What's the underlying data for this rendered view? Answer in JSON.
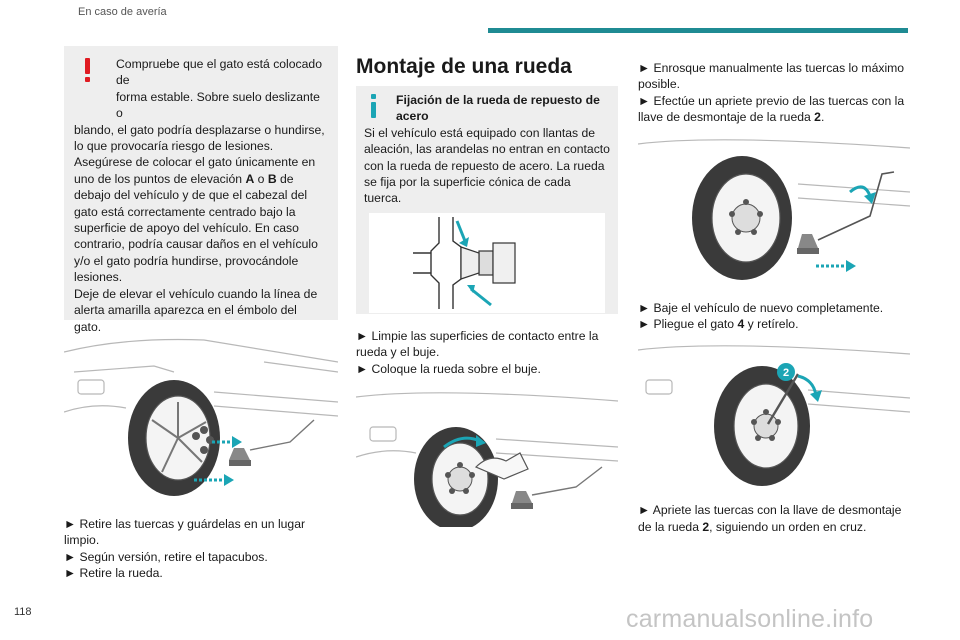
{
  "header": {
    "section_title": "En caso de avería",
    "accent_color": "#1f8b93"
  },
  "page_number": "118",
  "watermark": "carmanualsonline.info",
  "left": {
    "warning_icon": "exclamation-icon",
    "warning_color": "#e01b22",
    "warning_p1_l1": "Compruebe que el gato está colocado de",
    "warning_p1_l2": "forma estable. Sobre suelo deslizante o",
    "warning_p1_rest": "blando, el gato podría desplazarse o hundirse, lo que provocaría riesgo de lesiones.",
    "warning_p2_a": "Asegúrese de colocar el gato únicamente en uno de los puntos de elevación ",
    "warning_p2_A": "A",
    "warning_p2_o": " o ",
    "warning_p2_B": "B",
    "warning_p2_b": " de debajo del vehículo y de que el cabezal del gato está correctamente centrado bajo la superficie de apoyo del vehículo. En caso contrario, podría causar daños en el vehículo y/o el gato podría hundirse, provocándole lesiones.",
    "warning_p3": "Deje de elevar el vehículo cuando la línea de alerta amarilla aparezca en el émbolo del gato.",
    "step1": "► Retire las tuercas y guárdelas en un lugar limpio.",
    "step2": "► Según versión, retire el tapacubos.",
    "step3": "► Retire la rueda."
  },
  "middle": {
    "title": "Montaje de una rueda",
    "info_icon": "info-icon",
    "info_color": "#1ba5b5",
    "info_title": "Fijación de la rueda de repuesto de acero",
    "info_text": "Si el vehículo está equipado con llantas de aleación, las arandelas no entran en contacto con la rueda de repuesto de acero. La rueda se fija por la superficie cónica de cada tuerca.",
    "step1": "► Limpie las superficies de contacto entre la rueda y el buje.",
    "step2": "► Coloque la rueda sobre el buje."
  },
  "right": {
    "step1": "► Enrosque manualmente las tuercas lo máximo posible.",
    "step2_a": "► Efectúe un apriete previo de las tuercas con la llave de desmontaje de la rueda ",
    "step2_num": "2",
    "step2_b": ".",
    "step3": "► Baje el vehículo de nuevo completamente.",
    "step4_a": "► Pliegue el gato ",
    "step4_num": "4",
    "step4_b": " y retírelo.",
    "callout_num": "2",
    "step5_a": "► Apriete las tuercas con la llave de desmontaje de la rueda ",
    "step5_num": "2",
    "step5_b": ", siguiendo un orden en cruz."
  }
}
